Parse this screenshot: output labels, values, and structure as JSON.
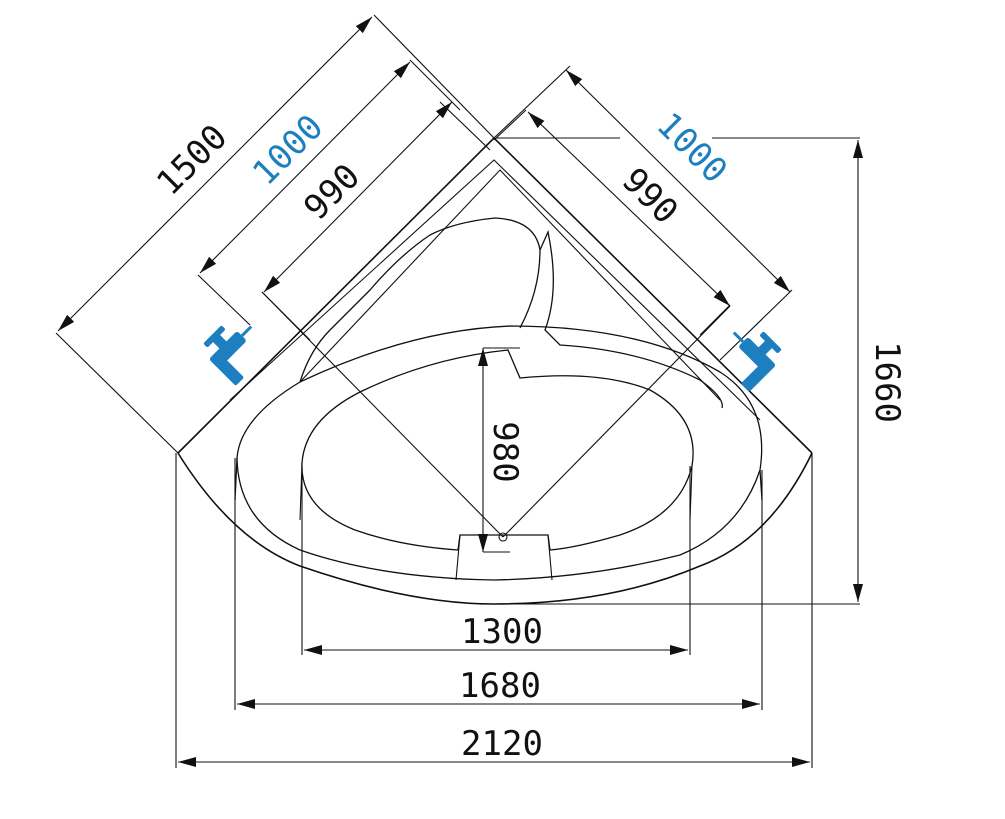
{
  "colors": {
    "line": "#111111",
    "accent": "#1d7fc0",
    "background": "#ffffff"
  },
  "icons": {
    "left_tap": "faucet-icon",
    "right_tap": "faucet-icon"
  },
  "dimensions": {
    "diag_outer_left": "1500",
    "diag_inner_left": "1000",
    "diag_inner_right": "1000",
    "diag_mid_left": "990",
    "diag_mid_right": "990",
    "inner_depth": "980",
    "height": "1660",
    "width_inner": "1300",
    "width_mid": "1680",
    "width_outer": "2120"
  }
}
